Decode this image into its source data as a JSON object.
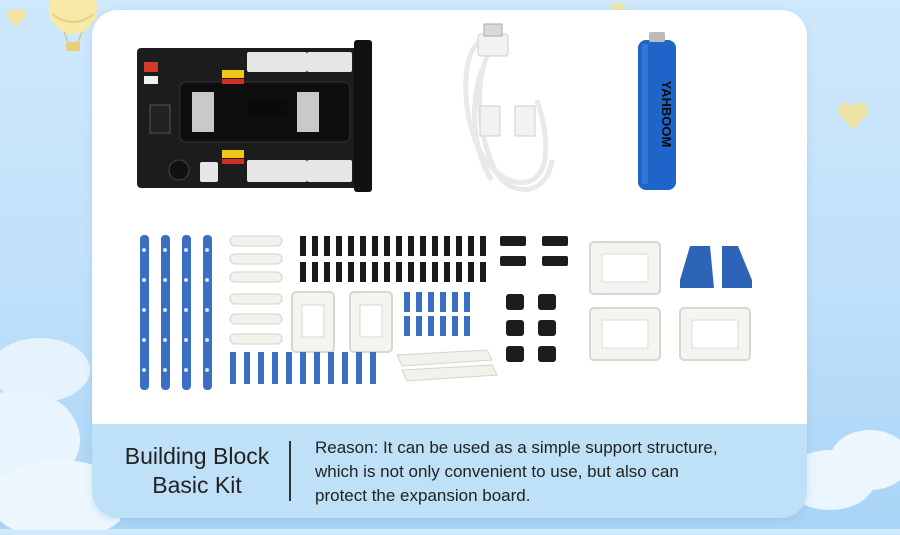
{
  "caption": {
    "title_line1": "Building Block",
    "title_line2": "Basic Kit",
    "desc_line1": "Reason: It can be used as a simple support structure,",
    "desc_line2": "which is not only convenient to use, but also can",
    "desc_line3": "protect the expansion board."
  },
  "battery": {
    "brand": "YAHBOOM"
  },
  "colors": {
    "background": "#c6e4fa",
    "card": "#ffffff",
    "caption_band": "#bfe1f7",
    "beam_blue": "#3a6fc4",
    "battery_blue": "#1f64c8",
    "board_black": "#1c1c1c"
  },
  "icons": [
    "hot-air-balloon-icon",
    "heart-icon",
    "cloud-icon"
  ]
}
